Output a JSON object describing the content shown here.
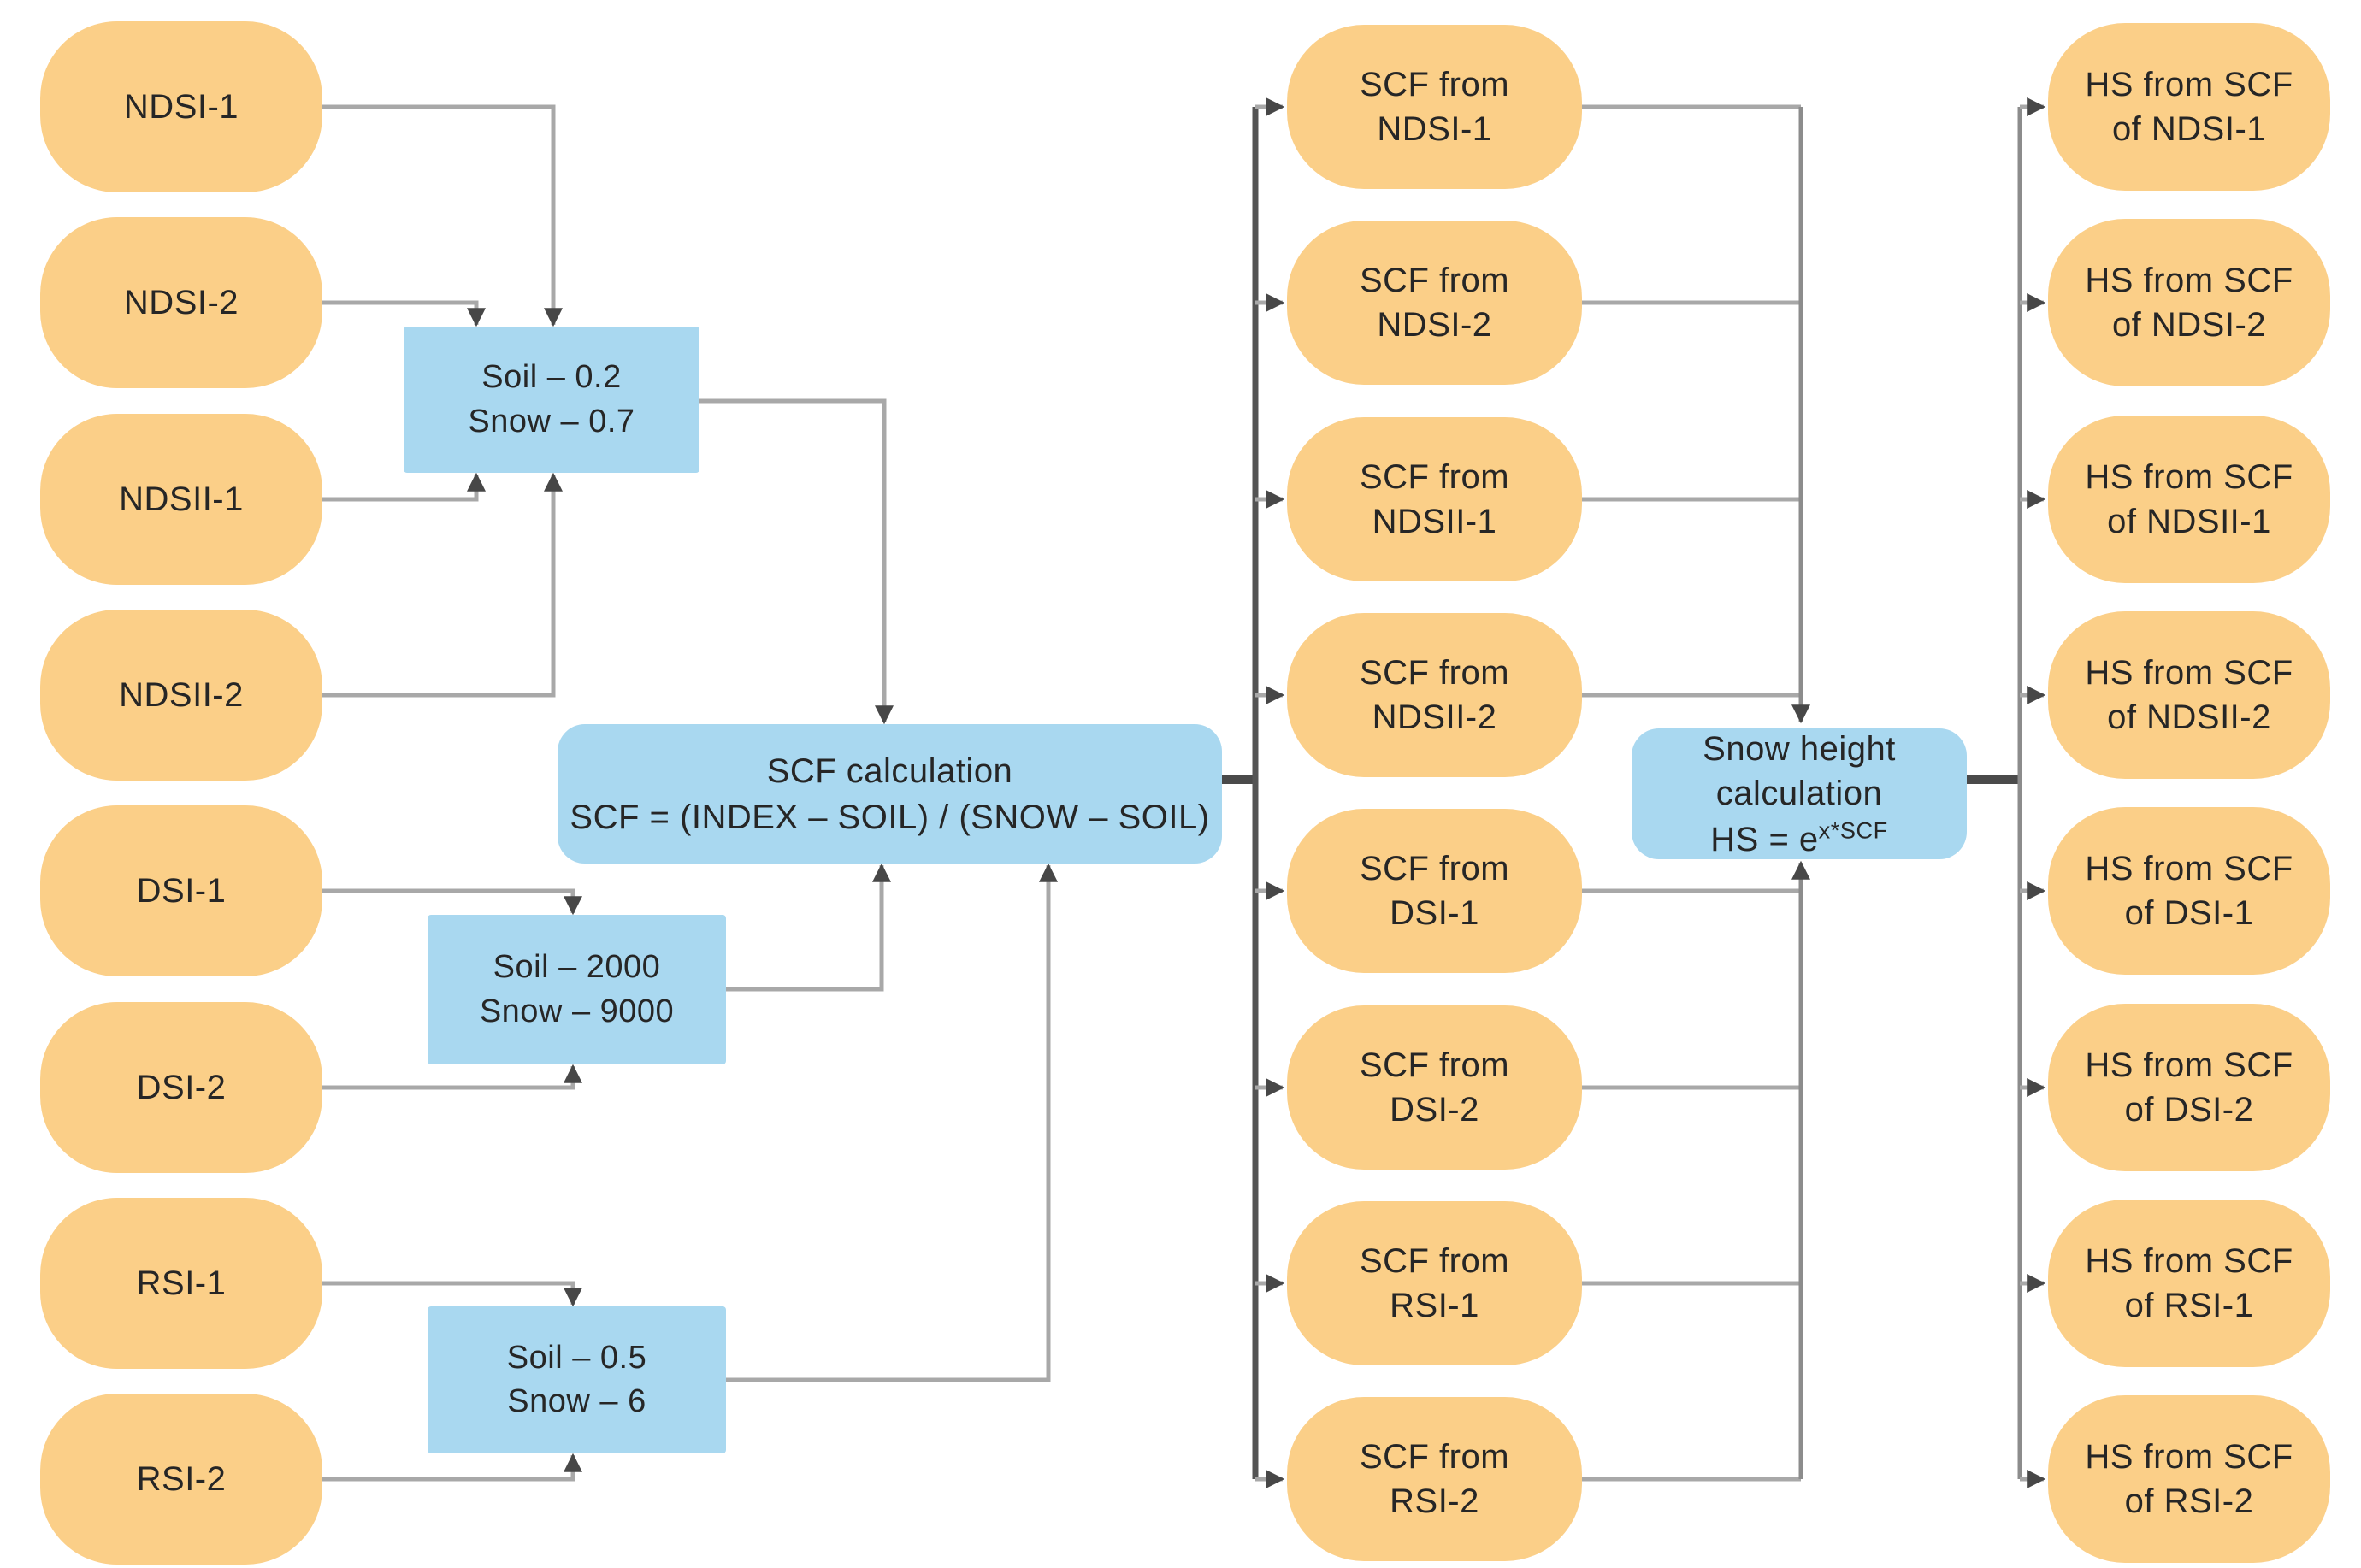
{
  "colors": {
    "node_fill": "#fbcf88",
    "box_fill": "#a9d8f0",
    "connector_light": "#a8a8a8",
    "connector_medium": "#8c8c8c",
    "trunk_dark": "#545454",
    "thick_line": "#4a4a4a",
    "arrowhead": "#474747",
    "text": "#262626"
  },
  "left_nodes": [
    {
      "label": "NDSI-1"
    },
    {
      "label": "NDSI-2"
    },
    {
      "label": "NDSII-1"
    },
    {
      "label": "NDSII-2"
    },
    {
      "label": "DSI-1"
    },
    {
      "label": "DSI-2"
    },
    {
      "label": "RSI-1"
    },
    {
      "label": "RSI-2"
    }
  ],
  "threshold_boxes": [
    {
      "soil": "Soil – 0.2",
      "snow": "Snow – 0.7"
    },
    {
      "soil": "Soil – 2000",
      "snow": "Snow – 9000"
    },
    {
      "soil": "Soil – 0.5",
      "snow": "Snow – 6"
    }
  ],
  "scf_box": {
    "title": "SCF calculation",
    "formula": "SCF = (INDEX – SOIL) / (SNOW – SOIL)"
  },
  "scf_nodes": [
    {
      "line1": "SCF from",
      "line2": "NDSI-1"
    },
    {
      "line1": "SCF from",
      "line2": "NDSI-2"
    },
    {
      "line1": "SCF from",
      "line2": "NDSII-1"
    },
    {
      "line1": "SCF from",
      "line2": "NDSII-2"
    },
    {
      "line1": "SCF from",
      "line2": "DSI-1"
    },
    {
      "line1": "SCF from",
      "line2": "DSI-2"
    },
    {
      "line1": "SCF from",
      "line2": "RSI-1"
    },
    {
      "line1": "SCF from",
      "line2": "RSI-2"
    }
  ],
  "snow_box": {
    "line1": "Snow height",
    "line2": "calculation",
    "formula_base": "HS = e",
    "formula_exponent": "x*SCF"
  },
  "hs_nodes": [
    {
      "line1": "HS from SCF",
      "line2": "of NDSI-1"
    },
    {
      "line1": "HS from SCF",
      "line2": "of NDSI-2"
    },
    {
      "line1": "HS from SCF",
      "line2": "of NDSII-1"
    },
    {
      "line1": "HS from SCF",
      "line2": "of NDSII-2"
    },
    {
      "line1": "HS from SCF",
      "line2": "of DSI-1"
    },
    {
      "line1": "HS from SCF",
      "line2": "of DSI-2"
    },
    {
      "line1": "HS from SCF",
      "line2": "of RSI-1"
    },
    {
      "line1": "HS from SCF",
      "line2": "of RSI-2"
    }
  ]
}
